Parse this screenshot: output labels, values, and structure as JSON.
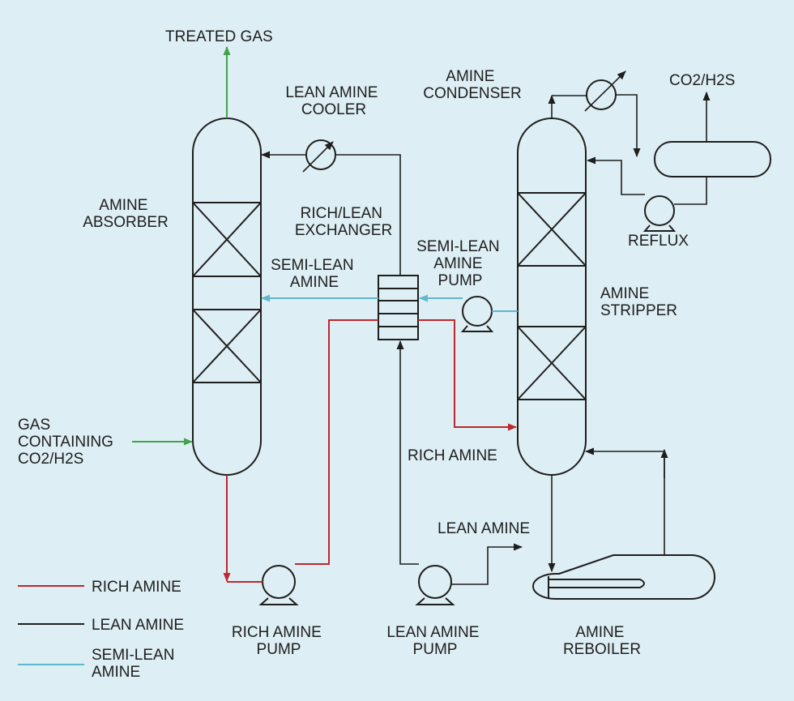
{
  "labels": {
    "treated_gas": "TREATED GAS",
    "lean_amine_cooler": [
      "LEAN AMINE",
      "COOLER"
    ],
    "amine_condenser": [
      "AMINE",
      "CONDENSER"
    ],
    "co2_h2s_out": "CO2/H2S",
    "amine_absorber": [
      "AMINE",
      "ABSORBER"
    ],
    "rich_lean_exchanger": [
      "RICH/LEAN",
      "EXCHANGER"
    ],
    "semi_lean_amine_feed": [
      "SEMI-LEAN",
      "AMINE"
    ],
    "semi_lean_amine_pump": [
      "SEMI-LEAN",
      "AMINE",
      "PUMP"
    ],
    "reflux": "REFLUX",
    "amine_stripper": [
      "AMINE",
      "STRIPPER"
    ],
    "gas_containing": [
      "GAS",
      "CONTAINING",
      "CO2/H2S"
    ],
    "rich_amine_stream": "RICH AMINE",
    "lean_amine_stream": "LEAN AMINE",
    "rich_amine_pump": [
      "RICH AMINE",
      "PUMP"
    ],
    "lean_amine_pump": [
      "LEAN AMINE",
      "PUMP"
    ],
    "amine_reboiler": [
      "AMINE",
      "REBOILER"
    ]
  },
  "legend": [
    {
      "label": "RICH AMINE",
      "color": "#c0262d"
    },
    {
      "label": "LEAN AMINE",
      "color": "#1e1e1e"
    },
    {
      "label": [
        "SEMI-LEAN",
        "AMINE"
      ],
      "color": "#5fb8cc"
    }
  ],
  "colors": {
    "background": "#ddeef4",
    "rich_amine": "#c0262d",
    "lean_amine": "#1e1e1e",
    "semi_lean_amine": "#5fb8cc",
    "gas": "#3fa34a"
  }
}
